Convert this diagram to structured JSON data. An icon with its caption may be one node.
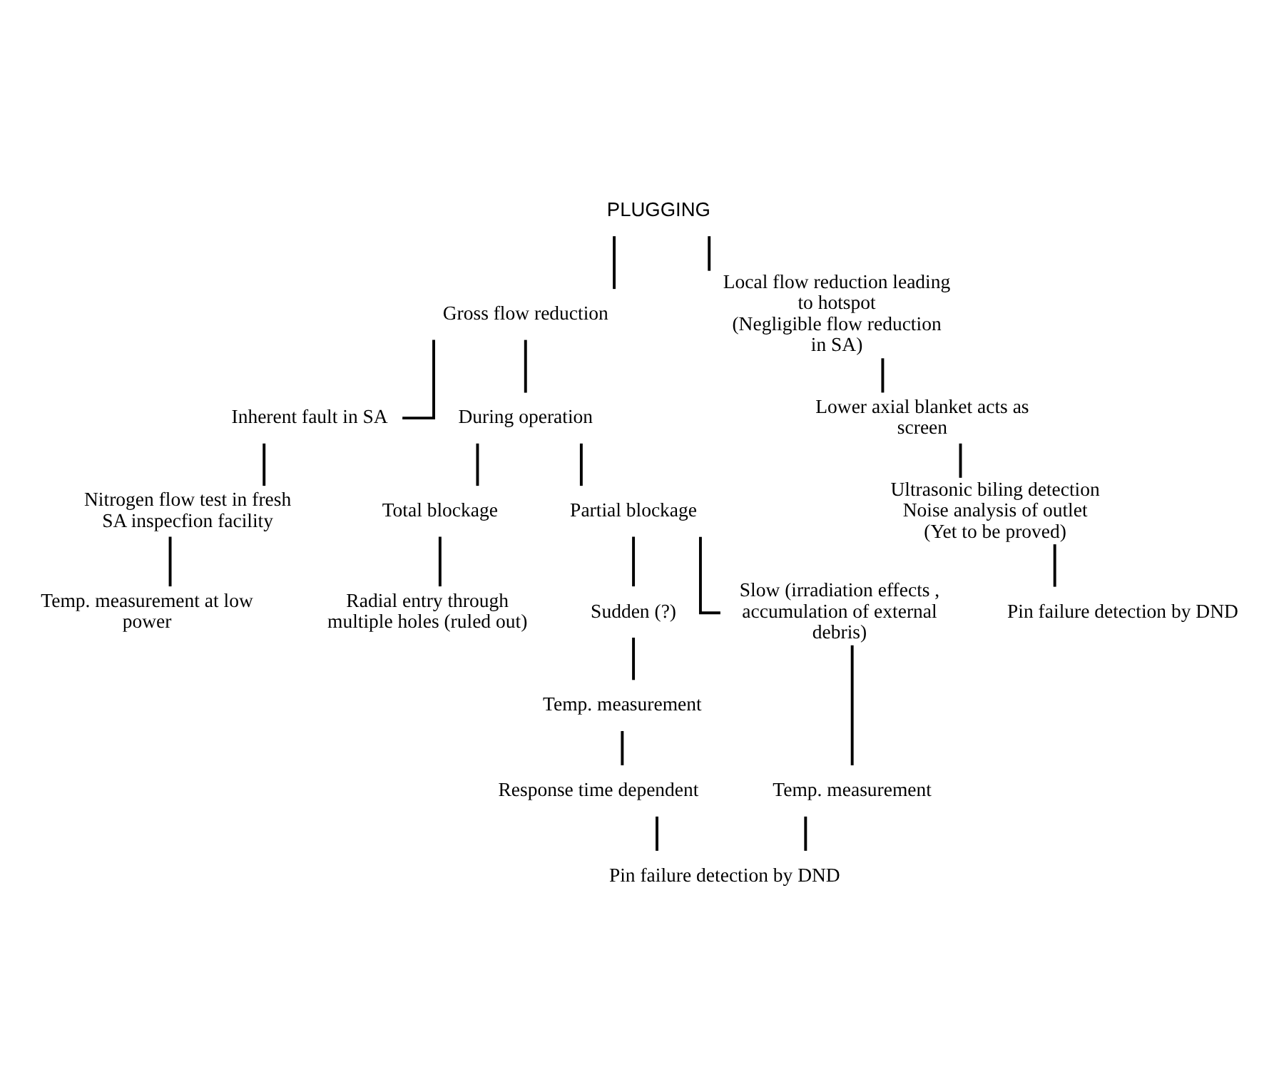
{
  "diagram": {
    "nodes": [
      {
        "text": [
          "PLUGGING"
        ]
      },
      {
        "text": [
          "Gross flow reduction"
        ]
      },
      {
        "text": [
          "Local flow reduction leading to hotspot",
          "(Negligible flow reduction in SA)"
        ]
      },
      {
        "text": [
          "Inherent fault in SA"
        ]
      },
      {
        "text": [
          "During operation"
        ]
      },
      {
        "text": [
          "Lower axial blanket acts as screen"
        ]
      },
      {
        "text": [
          "Nitrogen flow test in fresh SA inspecfion facility"
        ]
      },
      {
        "text": [
          "Total blockage"
        ]
      },
      {
        "text": [
          "Partial blockage"
        ]
      },
      {
        "text": [
          "Ultrasonic biling detection",
          "Noise analysis of outlet",
          "(Yet to be proved)"
        ]
      },
      {
        "text": [
          "Temp. measurement at low power"
        ]
      },
      {
        "text": [
          "Radial entry through multiple holes (ruled out)"
        ]
      },
      {
        "text": [
          "Pin failure detection by DND"
        ]
      },
      {
        "text": [
          "Sudden (?)"
        ]
      },
      {
        "text": [
          "Slow (irradiation effects , accumulation of external debris)"
        ]
      },
      {
        "text": [
          "Temp. measurement"
        ]
      },
      {
        "text": [
          "Temp. measurement"
        ]
      },
      {
        "text": [
          "Response time dependent"
        ]
      },
      {
        "text": [
          "Pin failure detection by DND"
        ]
      }
    ],
    "edges": [
      {
        "from": 0,
        "to": 1,
        "arrow": "none"
      },
      {
        "from": 0,
        "to": 2,
        "arrow": "none"
      },
      {
        "from": 1,
        "to": 3,
        "arrow": "none"
      },
      {
        "from": 1,
        "to": 4,
        "arrow": "none"
      },
      {
        "from": 2,
        "to": 5,
        "arrow": "none"
      },
      {
        "from": 3,
        "to": 6,
        "arrow": "none"
      },
      {
        "from": 4,
        "to": 7,
        "arrow": "none"
      },
      {
        "from": 4,
        "to": 8,
        "arrow": "none"
      },
      {
        "from": 5,
        "to": 9,
        "arrow": "none"
      },
      {
        "from": 6,
        "to": 10,
        "arrow": "none"
      },
      {
        "from": 7,
        "to": 11,
        "arrow": "none"
      },
      {
        "from": 9,
        "to": 12,
        "arrow": "none"
      },
      {
        "from": 8,
        "to": 13,
        "arrow": "none"
      },
      {
        "from": 8,
        "to": 14,
        "arrow": "none"
      },
      {
        "from": 13,
        "to": 15,
        "arrow": "none"
      },
      {
        "from": 14,
        "to": 16,
        "arrow": "none"
      },
      {
        "from": 15,
        "to": 17,
        "arrow": "none"
      },
      {
        "from": 17,
        "to": 18,
        "arrow": "none"
      },
      {
        "from": 16,
        "to": 18,
        "arrow": "none"
      }
    ]
  }
}
